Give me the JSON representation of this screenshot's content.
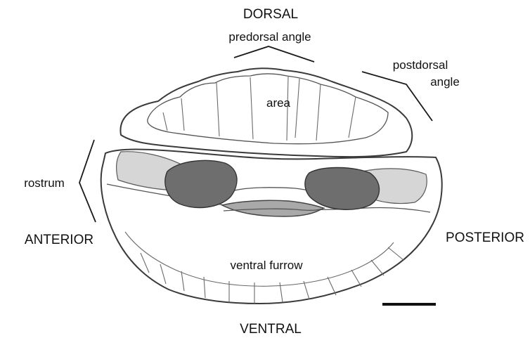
{
  "labels": {
    "dorsal": "DORSAL",
    "predorsal_angle": "predorsal angle",
    "postdorsal_angle_line1": "postdorsal",
    "postdorsal_angle_line2": "angle",
    "area": "area",
    "rostrum": "rostrum",
    "anterior": "ANTERIOR",
    "posterior": "POSTERIOR",
    "ventral_furrow": "ventral furrow",
    "ventral": "VENTRAL"
  },
  "colors": {
    "outline": "#3a3a3a",
    "muscle_scar_dark": "#6e6e6e",
    "muscle_scar_light": "#d6d6d6",
    "central_band": "#a9a9a9",
    "scale_bar": "#111111"
  }
}
